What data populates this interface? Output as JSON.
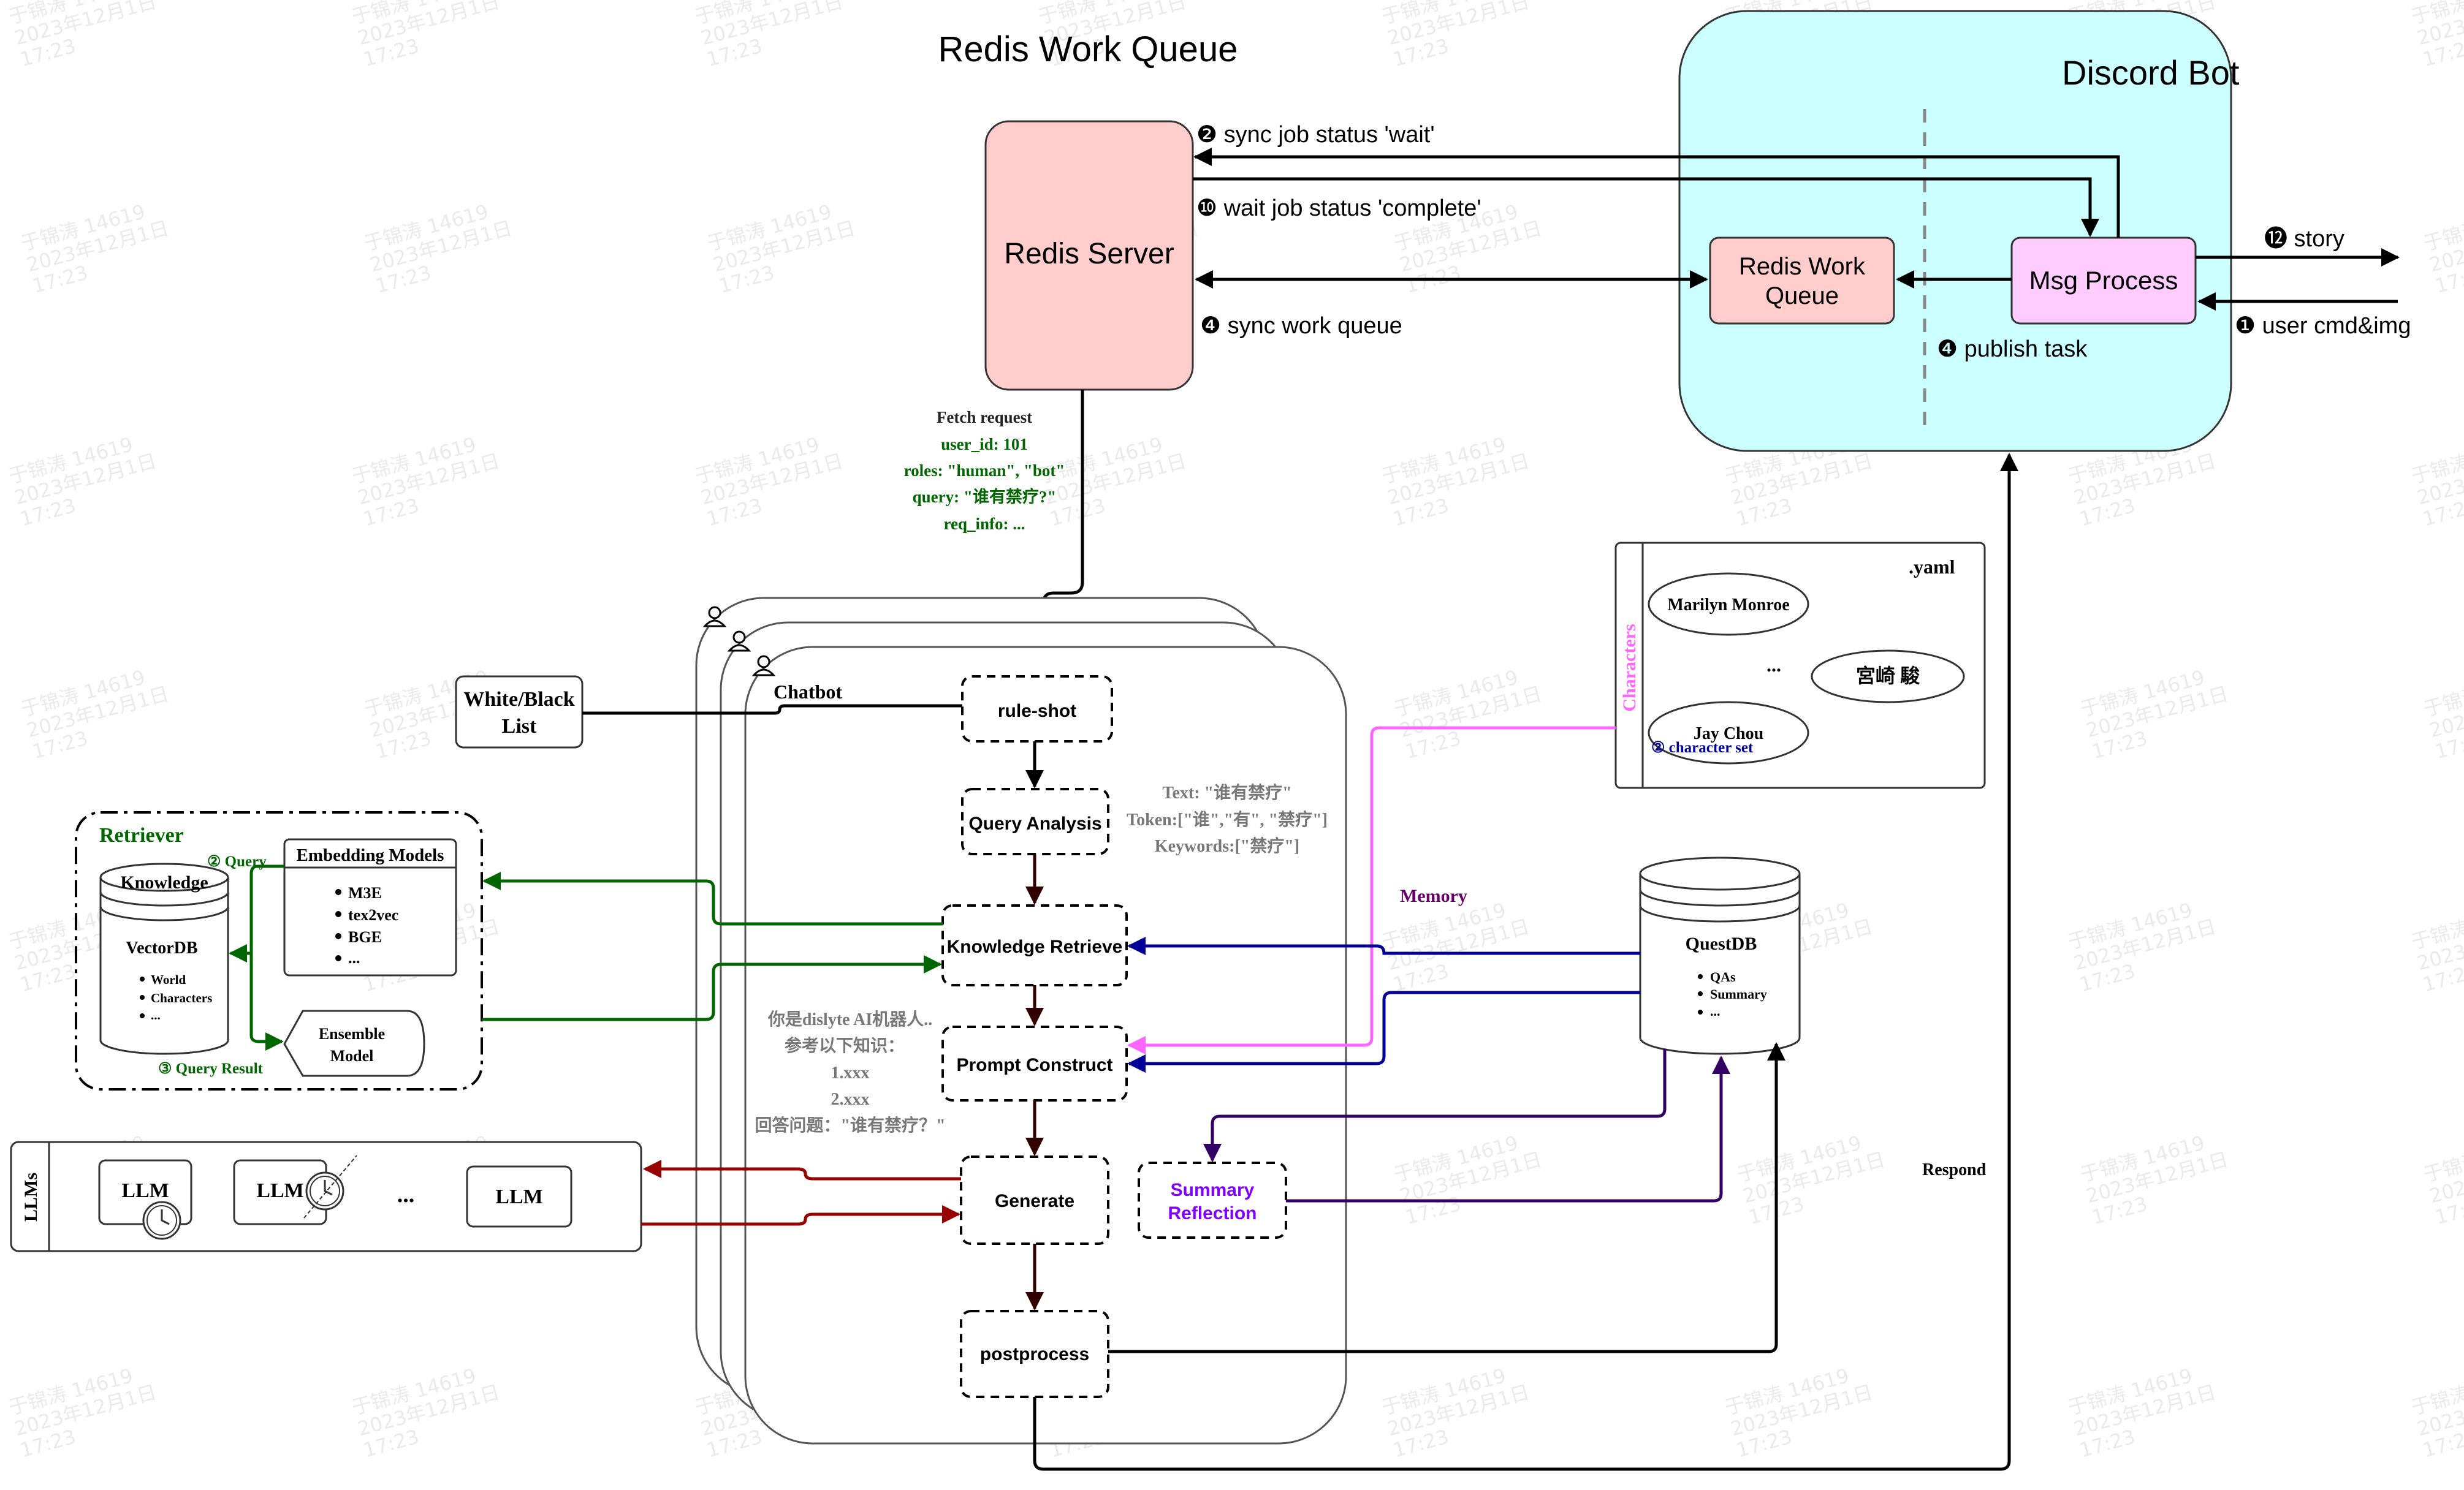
{
  "titles": {
    "redis_work_queue": "Redis Work Queue",
    "discord_bot": "Discord Bot"
  },
  "nodes": {
    "redis_server": "Redis Server",
    "redis_work_queue_box": [
      "Redis Work",
      "Queue"
    ],
    "msg_process": "Msg Process",
    "white_black_list": [
      "White/Black",
      "List"
    ],
    "chatbot": "Chatbot",
    "rule_shot": "rule-shot",
    "query_analysis": "Query Analysis",
    "knowledge_retrieve": "Knowledge Retrieve",
    "prompt_construct": "Prompt Construct",
    "generate": "Generate",
    "summary_reflection": [
      "Summary",
      "Reflection"
    ],
    "postprocess": "postprocess"
  },
  "edges": {
    "sync_wait": "❷ sync job status 'wait'",
    "wait_complete": "❿ wait job status 'complete'",
    "sync_queue": "❹ sync work queue",
    "publish_task": "❹ publish task",
    "story": "⓬ story",
    "user_cmd": "❶ user cmd&img",
    "memory": "Memory",
    "respond": "Respond"
  },
  "fetch_request": {
    "title": "Fetch request",
    "lines": [
      "user_id: 101",
      "roles: \"human\", \"bot\"",
      "query: \"谁有禁疗?\"",
      "req_info: ..."
    ]
  },
  "query_analysis_note": [
    "Text: \"谁有禁疗\"",
    "Token:[\"谁\",\"有\", \"禁疗\"]",
    "Keywords:[\"禁疗\"]"
  ],
  "prompt_note": [
    "你是dislyte AI机器人..",
    "参考以下知识：",
    "1.xxx",
    "2.xxx",
    "回答问题：\"谁有禁疗？\""
  ],
  "retriever": {
    "title": "Retriever",
    "knowledge": "Knowledge",
    "vectordb": "VectorDB",
    "vectordb_items": [
      "World",
      "Characters",
      "..."
    ],
    "query_label": "② Query",
    "query_result_label": "③ Query Result",
    "embedding_title": "Embedding Models",
    "embedding_items": [
      "M3E",
      "tex2vec",
      "BGE",
      "..."
    ],
    "ensemble": [
      "Ensemble",
      "Model"
    ]
  },
  "llms": {
    "title": "LLMs",
    "items": [
      "LLM",
      "LLM",
      "LLM"
    ],
    "ellipsis": "..."
  },
  "characters": {
    "title": "Characters",
    "yaml": ".yaml",
    "names": [
      "Marilyn Monroe",
      "宮崎 駿",
      "Jay Chou"
    ],
    "ellipsis": "...",
    "character_set": "② character set"
  },
  "questdb": {
    "title": "QuestDB",
    "items": [
      "QAs",
      "Summary",
      "..."
    ]
  },
  "watermark": [
    "于锦涛 14619",
    "2023年12月1日",
    "17:23"
  ],
  "colors": {
    "redis_fill": "#fecdcc",
    "discord_fill": "#ccffff",
    "msg_fill": "#ffccff",
    "green": "#006600",
    "blue": "#000099",
    "darkred": "#990000",
    "pink": "#ff66ff",
    "purple": "#330066",
    "summary_text": "#7f00ff"
  }
}
